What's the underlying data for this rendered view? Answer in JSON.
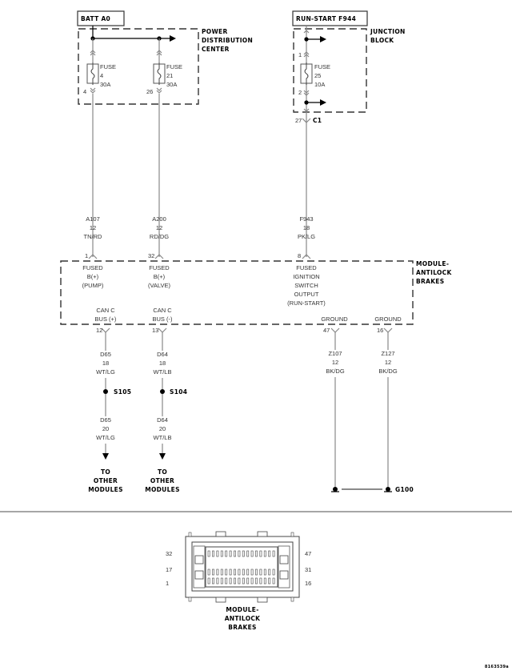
{
  "sources": {
    "batt": "BATT A0",
    "run_start": "RUN-START F944"
  },
  "pdc": {
    "title": [
      "POWER",
      "DISTRIBUTION",
      "CENTER"
    ],
    "fuses": [
      {
        "label": "FUSE",
        "number": "4",
        "rating": "30A",
        "pin": "4"
      },
      {
        "label": "FUSE",
        "number": "21",
        "rating": "30A",
        "pin": "26"
      }
    ]
  },
  "junction_block": {
    "title": [
      "JUNCTION",
      "BLOCK"
    ],
    "fuse": {
      "label": "FUSE",
      "number": "25",
      "rating": "10A"
    },
    "pin_in": "1",
    "pin_out": "2",
    "connector_pin": "27",
    "connector": "C1"
  },
  "input_wires": [
    {
      "circuit": "A107",
      "gauge": "12",
      "color": "TN/RD",
      "pin": "1",
      "function": [
        "FUSED",
        "B(+)",
        "(PUMP)"
      ]
    },
    {
      "circuit": "A200",
      "gauge": "12",
      "color": "RD/DG",
      "pin": "32",
      "function": [
        "FUSED",
        "B(+)",
        "(VALVE)"
      ]
    },
    {
      "circuit": "F943",
      "gauge": "18",
      "color": "PK/LG",
      "pin": "8",
      "function": [
        "FUSED",
        "IGNITION",
        "SWITCH",
        "OUTPUT",
        "(RUN-START)"
      ]
    }
  ],
  "module": {
    "title": [
      "MODULE-",
      "ANTILOCK",
      "BRAKES"
    ]
  },
  "output_wires": [
    {
      "function": [
        "CAN C",
        "BUS (+)"
      ],
      "pin": "12",
      "circuit": "D65",
      "gauge": "18",
      "color": "WT/LG",
      "splice": "S105",
      "circuit2": "D65",
      "gauge2": "20",
      "color2": "WT/LG",
      "dest": [
        "TO",
        "OTHER",
        "MODULES"
      ]
    },
    {
      "function": [
        "CAN C",
        "BUS (-)"
      ],
      "pin": "13",
      "circuit": "D64",
      "gauge": "18",
      "color": "WT/LB",
      "splice": "S104",
      "circuit2": "D64",
      "gauge2": "20",
      "color2": "WT/LB",
      "dest": [
        "TO",
        "OTHER",
        "MODULES"
      ]
    }
  ],
  "ground_wires": [
    {
      "function": "GROUND",
      "pin": "47",
      "circuit": "Z107",
      "gauge": "12",
      "color": "BK/DG"
    },
    {
      "function": "GROUND",
      "pin": "16",
      "circuit": "Z127",
      "gauge": "12",
      "color": "BK/DG"
    }
  ],
  "ground_point": "G100",
  "connector_view": {
    "pins_left": [
      "32",
      "17",
      "1"
    ],
    "pins_right": [
      "47",
      "31",
      "16"
    ],
    "title": [
      "MODULE-",
      "ANTILOCK",
      "BRAKES"
    ]
  },
  "figure_id": "8163539a"
}
